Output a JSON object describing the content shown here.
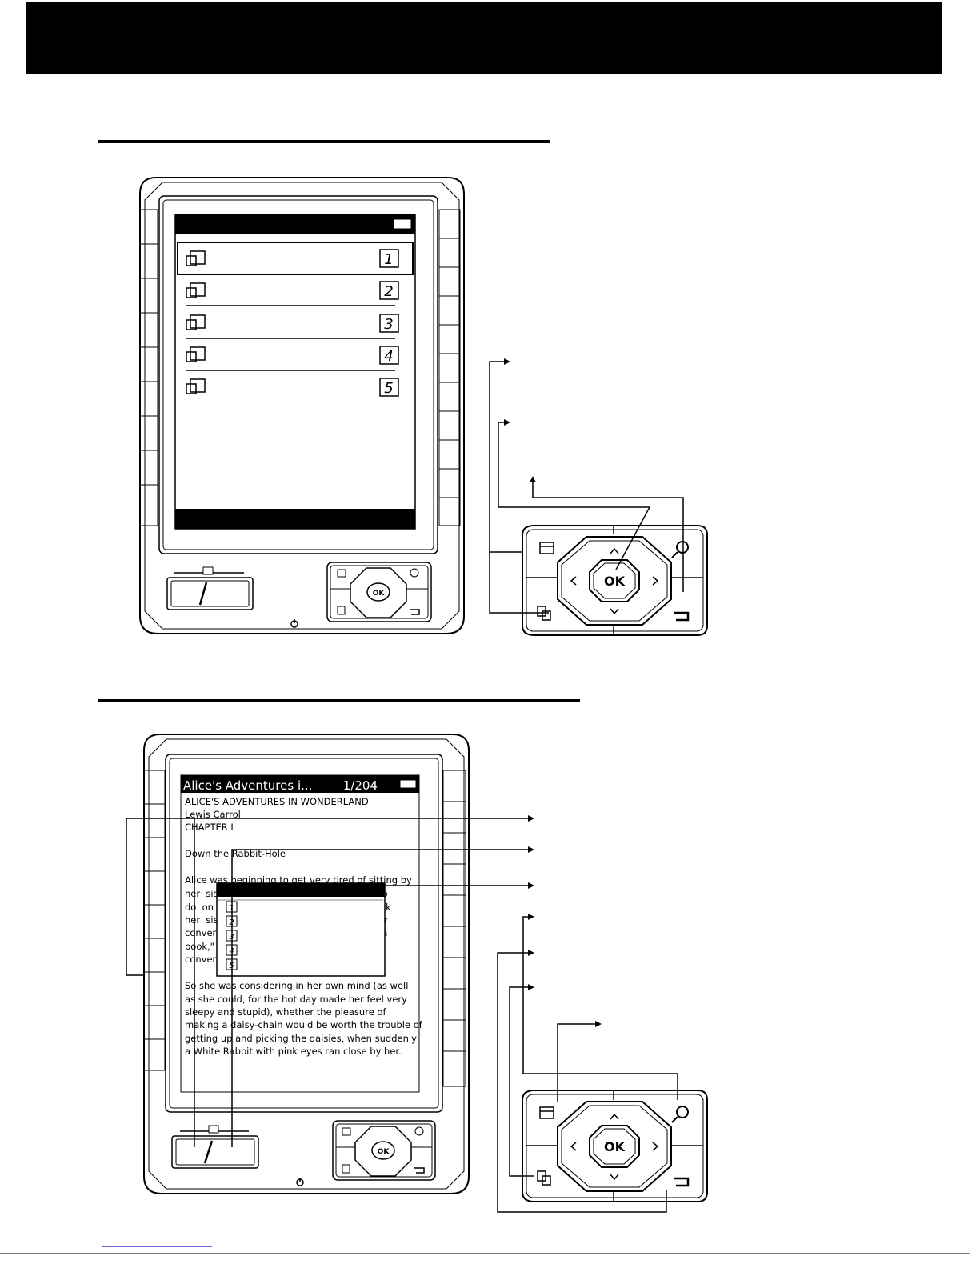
{
  "top_device": {
    "key_numbers": [
      "1",
      "2",
      "3",
      "4",
      "5"
    ]
  },
  "bottom_device": {
    "book_title": "Alice's Adventures i...",
    "page_indicator": "1/204",
    "book_lines": [
      "ALICE'S ADVENTURES IN WONDERLAND",
      "Lewis Carroll",
      "CHAPTER I",
      "",
      "Down the Rabbit-Hole",
      "",
      "Alice  was  beginning  to  get very tired of sitting by",
      "her  sis                                                 ing to",
      "do  on                                                     book",
      "her  sis                                                 res or",
      "convers                                                  of  a",
      "book,\"                                                      or",
      "convers",
      "",
      "So  she  was  considering  in her own mind (as well",
      "as  she  could,  for  the  hot day made her feel very",
      "sleepy   and   stupid),  whether  the  pleasure  of",
      "making  a daisy-chain would be worth the trouble of",
      "getting  up  and  picking the daisies, when suddenly",
      "a White Rabbit with pink eyes ran close by her."
    ],
    "popup_keys": [
      "1",
      "2",
      "3",
      "4",
      "5"
    ]
  },
  "keypad": {
    "ok_label": "OK"
  },
  "colors": {
    "ink": "#000000",
    "background": "#ffffff",
    "link_underline": "#3333cc"
  },
  "icons": [
    "book-icon",
    "folder-icon",
    "search-icon",
    "back-icon",
    "copy-icon",
    "power-icon",
    "battery-icon"
  ]
}
